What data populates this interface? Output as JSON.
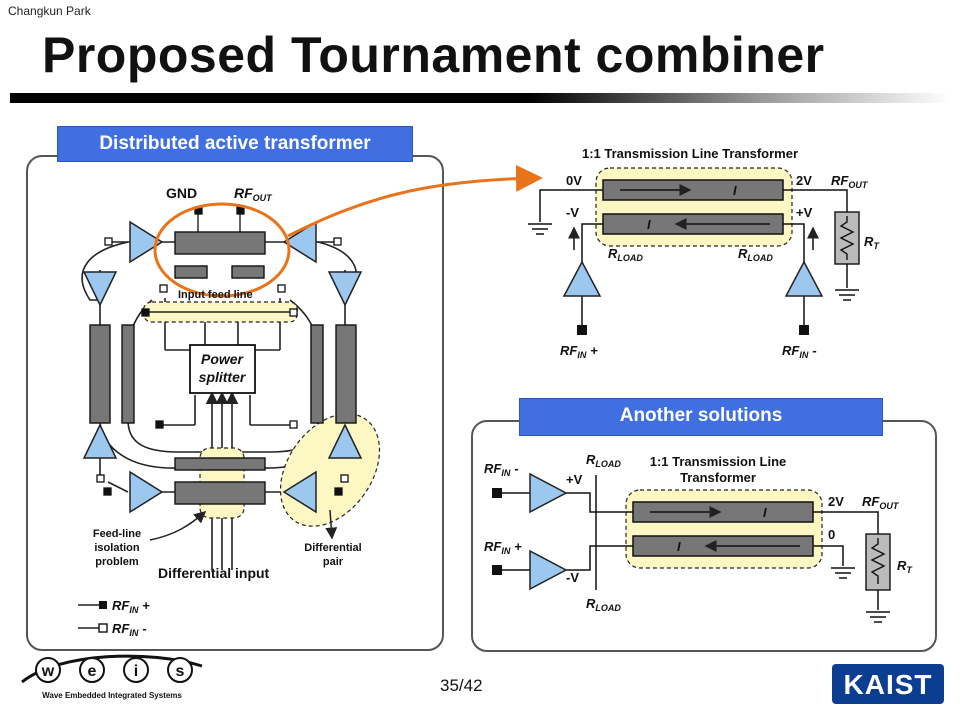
{
  "slide": {
    "author": "Changkun Park",
    "title": "Proposed Tournament combiner",
    "page": "35/42"
  },
  "left_panel": {
    "header": "Distributed active transformer",
    "labels": {
      "gnd": "GND",
      "rf_out": "RF",
      "rf_out_sub": "OUT",
      "input_feed_line": "Input feed line",
      "power_splitter_1": "Power",
      "power_splitter_2": "splitter",
      "feedline_1": "Feed-line",
      "feedline_2": "isolation",
      "feedline_3": "problem",
      "differential_input": "Differential input",
      "diff_pair_1": "Differential",
      "diff_pair_2": "pair",
      "legend_plus": "RF",
      "legend_plus_sub": "IN",
      "legend_plus_sign": "+",
      "legend_minus": "RF",
      "legend_minus_sub": "IN",
      "legend_minus_sign": "-"
    }
  },
  "top_right": {
    "title": "1:1 Transmission Line Transformer",
    "v0": "0V",
    "v2": "2V",
    "rf_out": "RF",
    "rf_out_sub": "OUT",
    "minus_v": "-V",
    "plus_v": "+V",
    "current": "I",
    "rload": "R",
    "rload_sub": "LOAD",
    "rt": "R",
    "rt_sub": "T",
    "rf_in_plus": "RF",
    "rf_in_plus_sub": "IN",
    "rf_in_plus_sign": "+",
    "rf_in_minus": "RF",
    "rf_in_minus_sub": "IN",
    "rf_in_minus_sign": "-"
  },
  "bottom_right": {
    "header": "Another solutions",
    "title_1": "1:1 Transmission Line",
    "title_2": "Transformer",
    "rf_in_minus": "RF",
    "rf_in_minus_sub": "IN",
    "rf_in_minus_sign": "-",
    "rf_in_plus": "RF",
    "rf_in_plus_sub": "IN",
    "rf_in_plus_sign": "+",
    "plus_v": "+V",
    "minus_v": "-V",
    "rload": "R",
    "rload_sub": "LOAD",
    "v2": "2V",
    "zero": "0",
    "rf_out": "RF",
    "rf_out_sub": "OUT",
    "current": "I",
    "rt": "R",
    "rt_sub": "T"
  },
  "logos": {
    "weis_letters": [
      "w",
      "e",
      "i",
      "s"
    ],
    "weis_tagline": "Wave Embedded Integrated Systems",
    "kaist": "KAIST"
  },
  "colors": {
    "header_blue": "#3f6fe0",
    "amp_blue": "#9cc7ef",
    "highlight_yellow": "#fdf7c3",
    "arrow_orange": "#e8731a",
    "block_gray": "#777777"
  }
}
